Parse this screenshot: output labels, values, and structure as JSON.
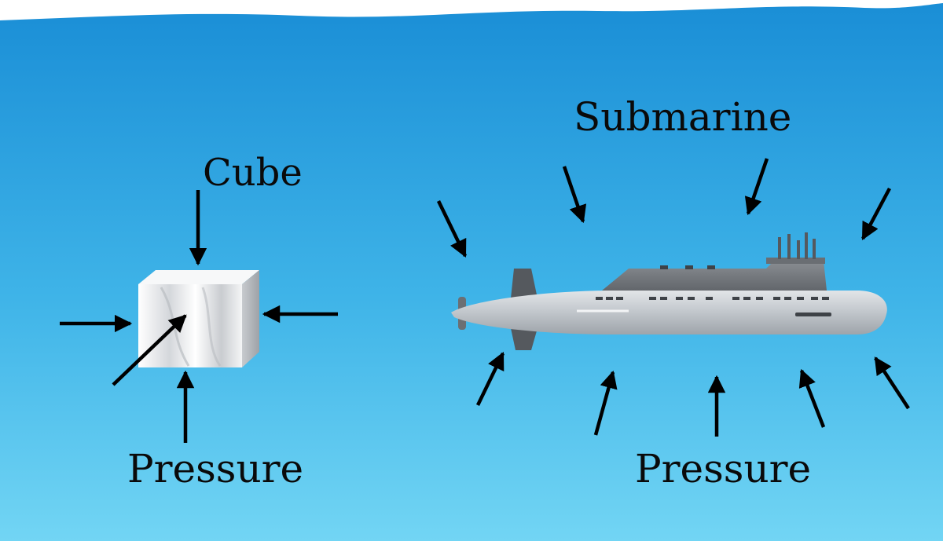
{
  "labels": {
    "cube": "Cube",
    "submarine": "Submarine",
    "pressure_left": "Pressure",
    "pressure_right": "Pressure"
  },
  "colors": {
    "water_top": "#1d92d8",
    "water_bottom": "#6dd2f3",
    "arrow": "#000000",
    "hull": "#c6cbd1",
    "deck": "#73777c",
    "cube": "#e6e8eb"
  },
  "icons": {
    "cube": "white-cube",
    "submarine": "grey-submarine",
    "arrows": "pressure-arrow"
  }
}
